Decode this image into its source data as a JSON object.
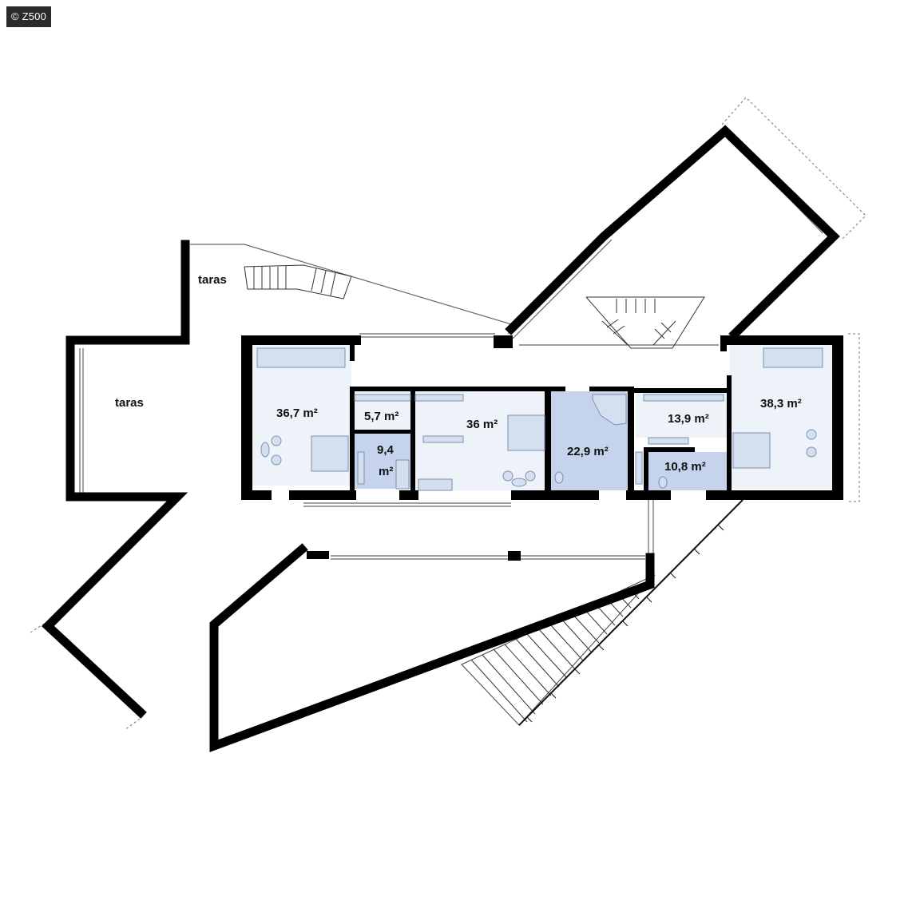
{
  "watermark": "© Z500",
  "colors": {
    "wall": "#000000",
    "room_light": "#eef3fa",
    "room_wet": "#c5d4ec",
    "furniture": "#7d8fb0",
    "outline": "#555555"
  },
  "labels": {
    "terrace_top": "taras",
    "terrace_left": "taras"
  },
  "rooms": [
    {
      "id": "bedroom-1",
      "area": "36,7 m²",
      "fill": "light"
    },
    {
      "id": "wardrobe-1",
      "area": "5,7 m²",
      "fill": "light"
    },
    {
      "id": "bathroom-1",
      "area": "9,4",
      "area_unit": "m²",
      "fill": "wet"
    },
    {
      "id": "bedroom-2",
      "area": "36 m²",
      "fill": "light"
    },
    {
      "id": "bathroom-2",
      "area": "22,9 m²",
      "fill": "wet"
    },
    {
      "id": "wardrobe-2",
      "area": "13,9 m²",
      "fill": "light"
    },
    {
      "id": "bathroom-3",
      "area": "10,8 m²",
      "fill": "wet"
    },
    {
      "id": "bedroom-3",
      "area": "38,3 m²",
      "fill": "light"
    }
  ]
}
